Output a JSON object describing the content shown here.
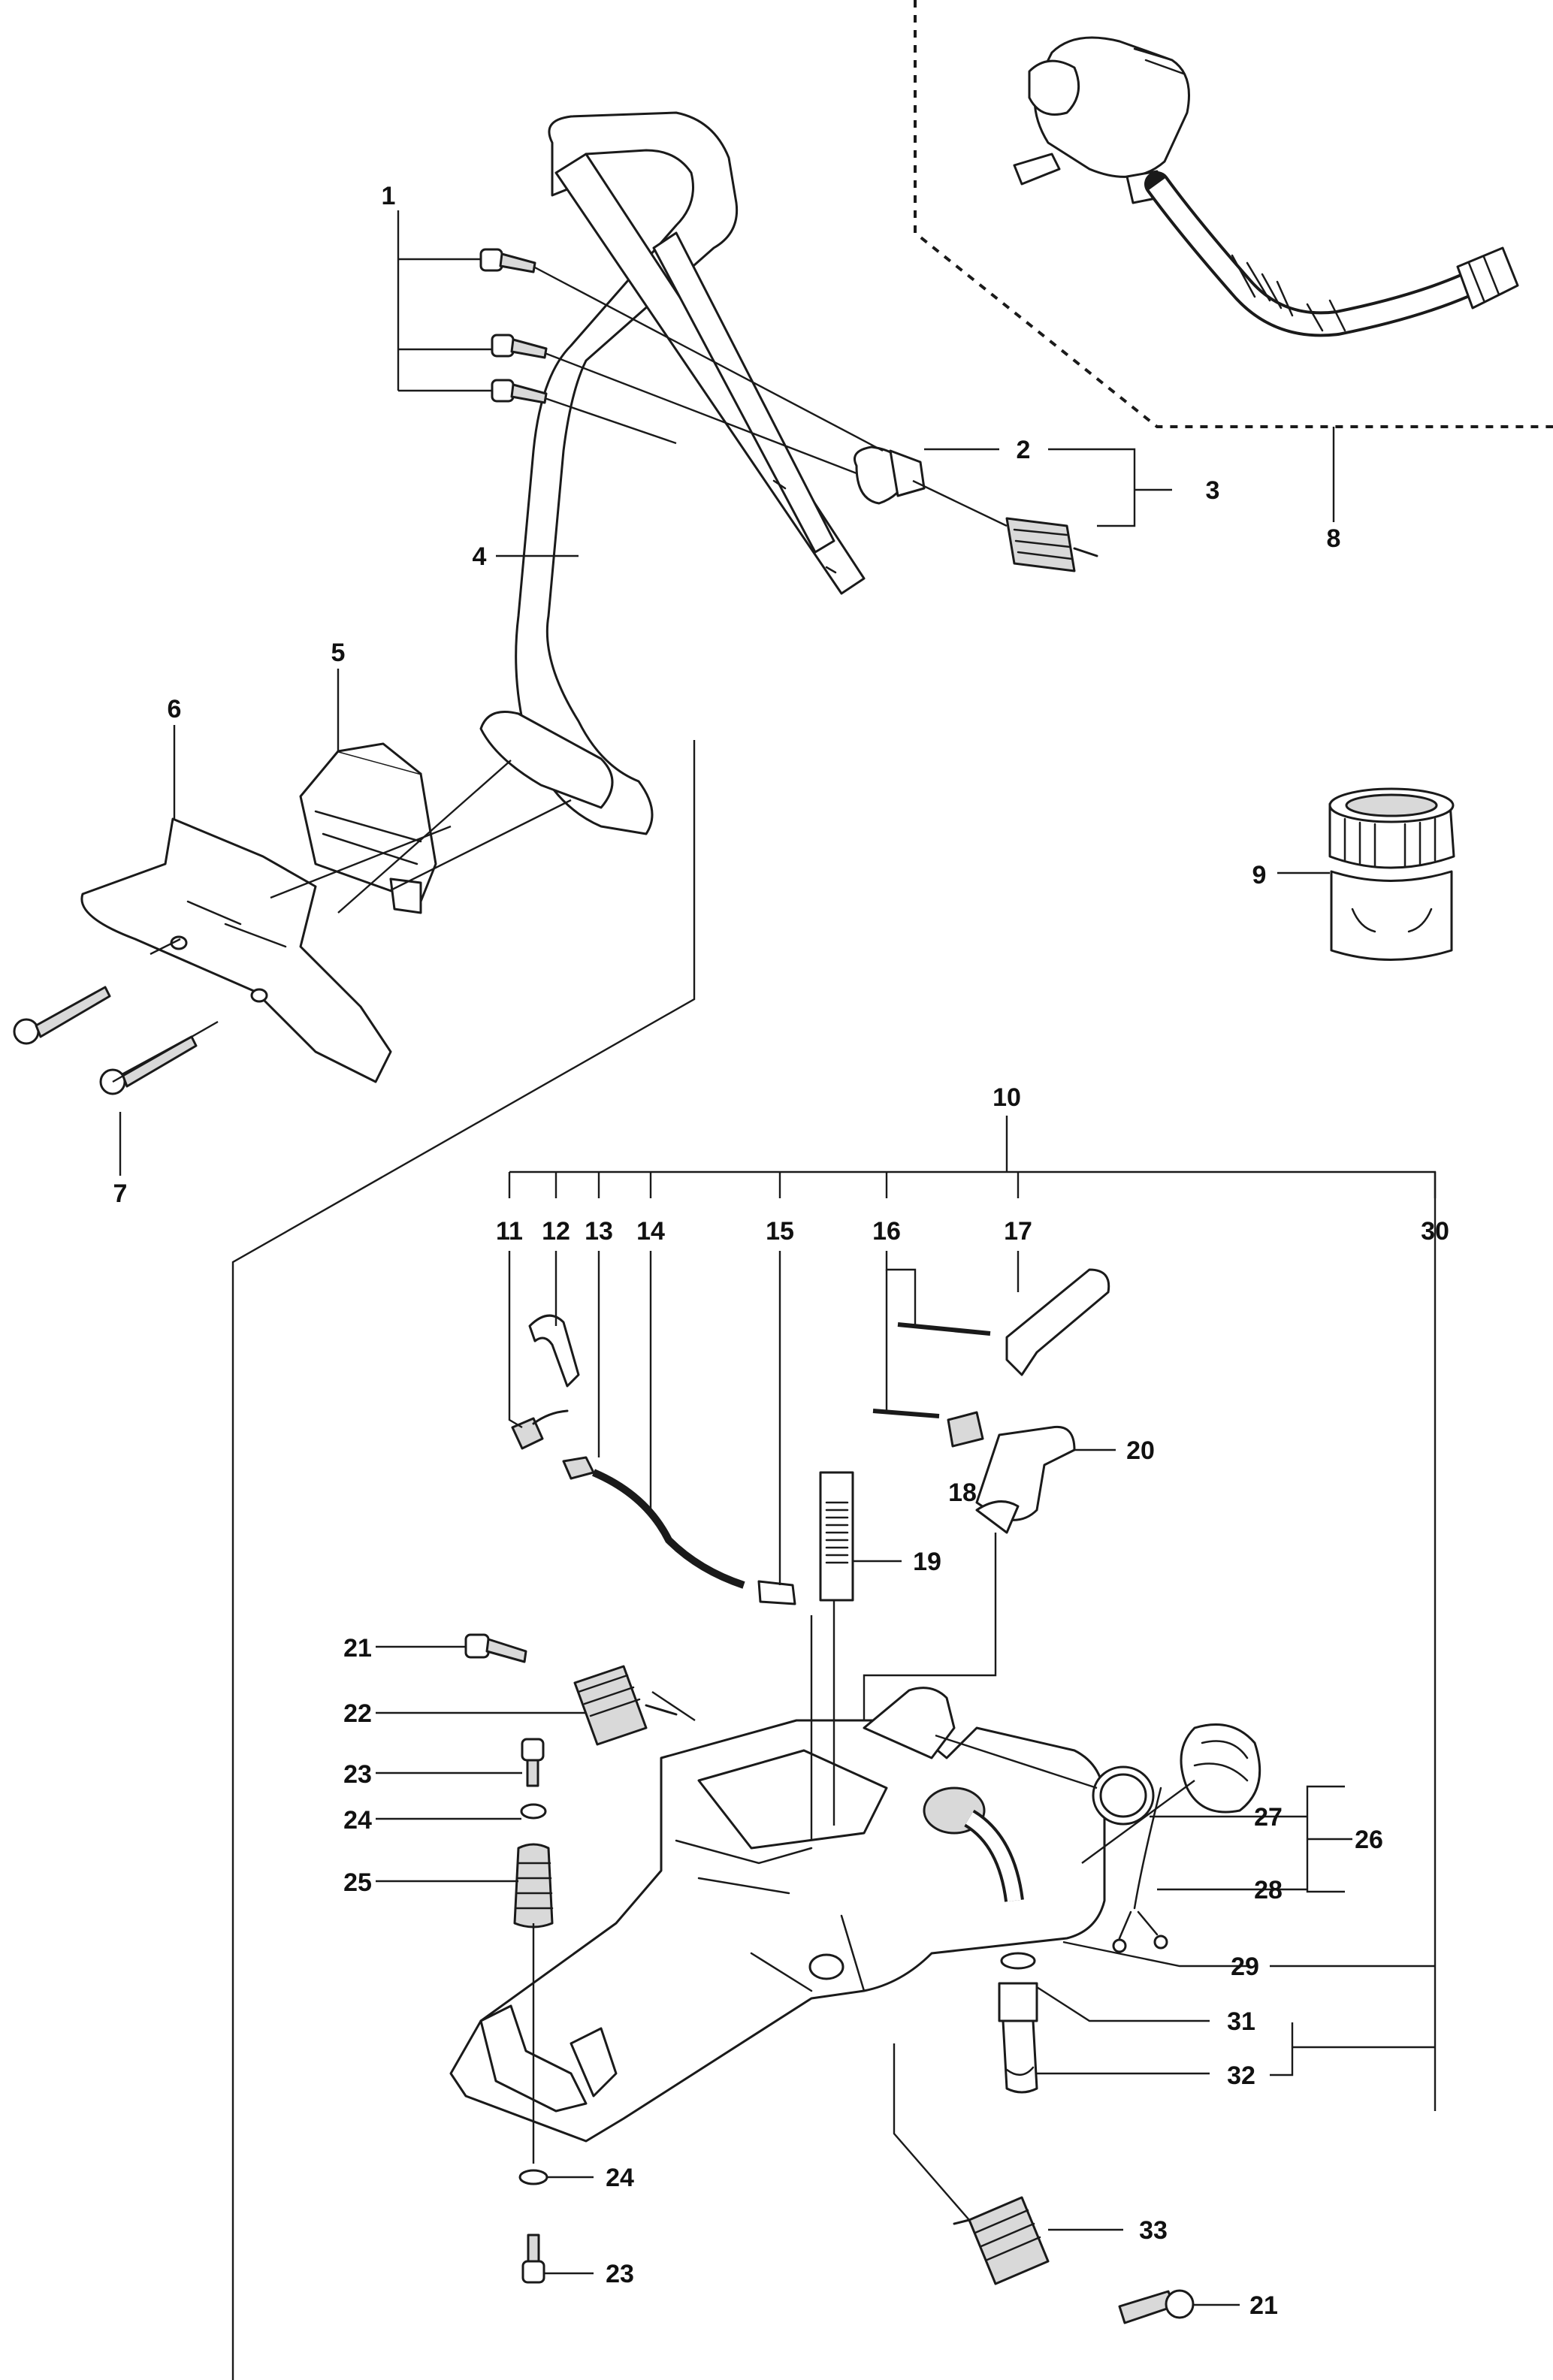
{
  "labels": {
    "l1": "1",
    "l2": "2",
    "l3": "3",
    "l4": "4",
    "l5": "5",
    "l6": "6",
    "l7": "7",
    "l8": "8",
    "l9": "9",
    "l10": "10",
    "l11": "11",
    "l12": "12",
    "l13": "13",
    "l14": "14",
    "l15": "15",
    "l16": "16",
    "l17": "17",
    "l18": "18",
    "l19": "19",
    "l20": "20",
    "l21a": "21",
    "l21b": "21",
    "l22": "22",
    "l23a": "23",
    "l23b": "23",
    "l24a": "24",
    "l24b": "24",
    "l25": "25",
    "l26": "26",
    "l27": "27",
    "l28": "28",
    "l29": "29",
    "l30": "30",
    "l31": "31",
    "l32": "32",
    "l33": "33"
  }
}
